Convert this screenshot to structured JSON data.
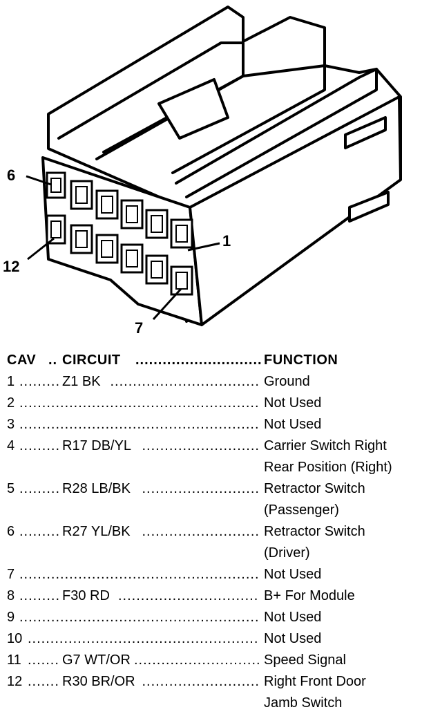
{
  "callouts": {
    "top_left": "6",
    "bottom_left": "12",
    "right": "1",
    "bottom": "7"
  },
  "table": {
    "headers": {
      "cav": "CAV",
      "circuit": "CIRCUIT",
      "function": "FUNCTION"
    },
    "rows": [
      {
        "cav": "1",
        "circuit": "Z1 BK",
        "function": [
          "Ground"
        ]
      },
      {
        "cav": "2",
        "circuit": "",
        "function": [
          "Not Used"
        ]
      },
      {
        "cav": "3",
        "circuit": "",
        "function": [
          "Not Used"
        ]
      },
      {
        "cav": "4",
        "circuit": "R17 DB/YL",
        "function": [
          "Carrier Switch Right",
          "Rear Position (Right)"
        ]
      },
      {
        "cav": "5",
        "circuit": "R28 LB/BK",
        "function": [
          "Retractor Switch",
          "(Passenger)"
        ]
      },
      {
        "cav": "6",
        "circuit": "R27 YL/BK",
        "function": [
          "Retractor Switch",
          "(Driver)"
        ]
      },
      {
        "cav": "7",
        "circuit": "",
        "function": [
          "Not Used"
        ]
      },
      {
        "cav": "8",
        "circuit": "F30 RD",
        "function": [
          "B+ For Module"
        ]
      },
      {
        "cav": "9",
        "circuit": "",
        "function": [
          "Not Used"
        ]
      },
      {
        "cav": "10",
        "circuit": "",
        "function": [
          "Not Used"
        ]
      },
      {
        "cav": "11",
        "circuit": "G7 WT/OR",
        "function": [
          "Speed Signal"
        ]
      },
      {
        "cav": "12",
        "circuit": "R30 BR/OR",
        "function": [
          "Right Front Door",
          "Jamb Switch"
        ]
      }
    ]
  }
}
